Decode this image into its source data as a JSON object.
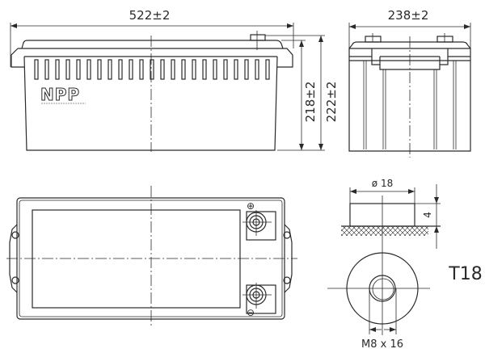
{
  "front_view": {
    "width_label": "522±2",
    "height_label_body": "218±2",
    "height_label_total": "222±2",
    "logo": "NPP"
  },
  "side_view": {
    "width_label": "238±2"
  },
  "top_view": {
    "positive_symbol": "⊕",
    "negative_symbol": "⊖"
  },
  "terminal_detail": {
    "diameter_label": "ø 18",
    "height_label": "4",
    "thread_label": "M8 x 16",
    "terminal_type": "T18"
  },
  "colors": {
    "line": "#2a2a2a",
    "background": "#ffffff"
  }
}
